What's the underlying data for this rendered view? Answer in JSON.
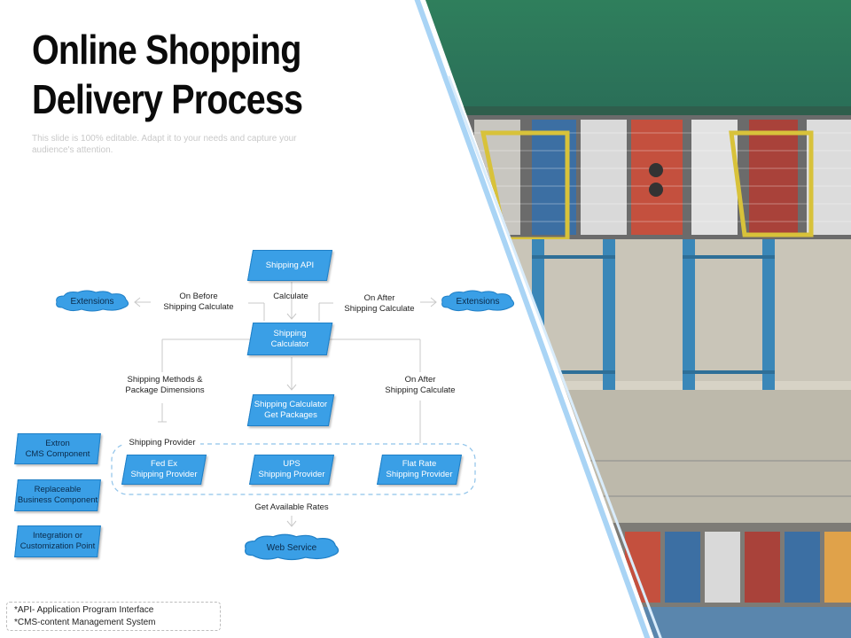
{
  "slide": {
    "title_line1": "Online Shopping",
    "title_line2": "Delivery Process",
    "subtitle": "This slide is 100% editable. Adapt it to your needs and capture your audience's attention."
  },
  "diagram": {
    "shipping_api": "Shipping API",
    "calculate": "Calculate",
    "on_before": "On Before",
    "on_before_2": "Shipping Calculate",
    "on_after_top": "On After",
    "on_after_top_2": "Shipping Calculate",
    "ext_left": "Extensions",
    "ext_right": "Extensions",
    "calc_1": "Shipping",
    "calc_2": "Calculator",
    "methods_1": "Shipping Methods &",
    "methods_2": "Package Dimensions",
    "on_after_right": "On After",
    "on_after_right_2": "Shipping Calculate",
    "packages_1": "Shipping Calculator",
    "packages_2": "Get Packages",
    "provider_label": "Shipping Provider",
    "fedex_1": "Fed Ex",
    "fedex_2": "Shipping Provider",
    "ups_1": "UPS",
    "ups_2": "Shipping Provider",
    "flat_1": "Flat Rate",
    "flat_2": "Shipping Provider",
    "rates": "Get Available Rates",
    "web_service": "Web Service"
  },
  "legend_boxes": {
    "extron_1": "Extron",
    "extron_2": "CMS Component",
    "replace_1": "Replaceable",
    "replace_2": "Business Component",
    "integ_1": "Integration or",
    "integ_2": "Customization Point"
  },
  "footnote": {
    "line1": "*API- Application Program Interface",
    "line2": "*CMS-content Management System"
  },
  "colors": {
    "shape_fill": "#3a9fe6",
    "accent_line": "#a9d4f5",
    "sea": "#2e7a5a"
  }
}
